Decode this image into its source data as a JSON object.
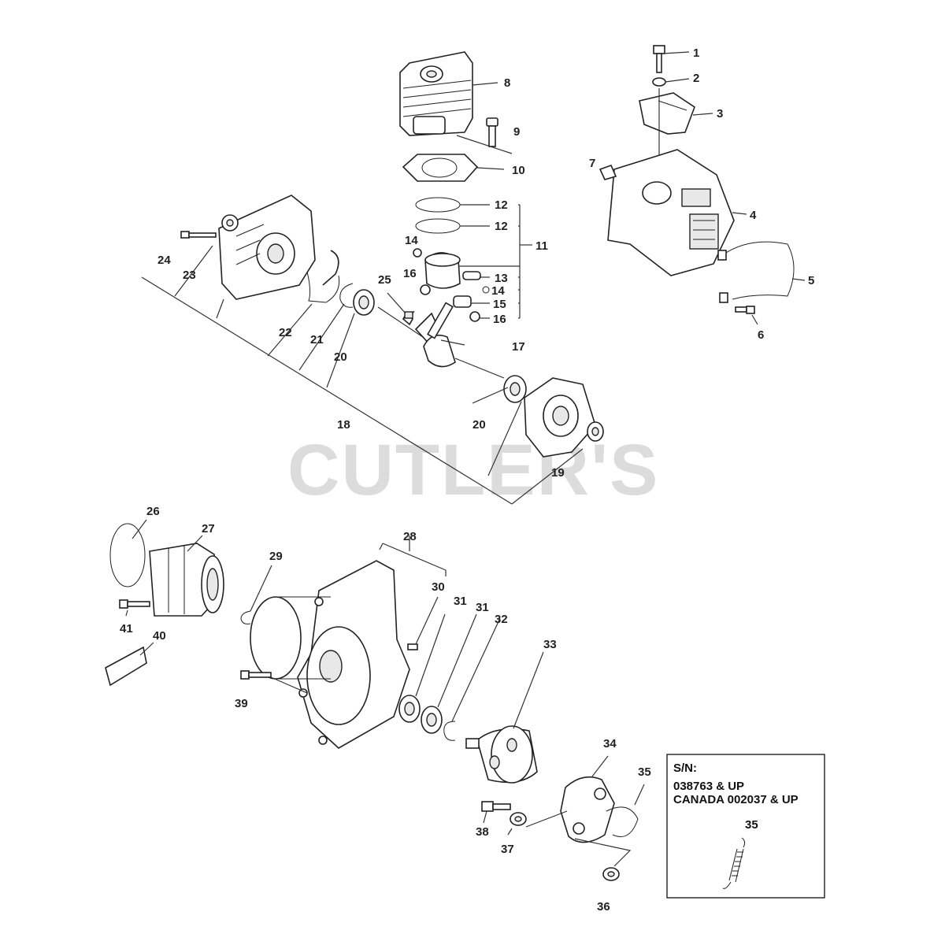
{
  "watermark": "CUTLER'S",
  "callouts": {
    "c1": "1",
    "c2": "2",
    "c3": "3",
    "c4": "4",
    "c5": "5",
    "c6": "6",
    "c7": "7",
    "c8": "8",
    "c9": "9",
    "c10": "10",
    "c11": "11",
    "c12a": "12",
    "c12b": "12",
    "c13": "13",
    "c14a": "14",
    "c14b": "14",
    "c15": "15",
    "c16a": "16",
    "c16b": "16",
    "c17": "17",
    "c18": "18",
    "c19": "19",
    "c20a": "20",
    "c20b": "20",
    "c21": "21",
    "c22": "22",
    "c23": "23",
    "c24": "24",
    "c25": "25",
    "c26": "26",
    "c27": "27",
    "c28": "28",
    "c29": "29",
    "c30": "30",
    "c31a": "31",
    "c31b": "31",
    "c32": "32",
    "c33": "33",
    "c34": "34",
    "c35": "35",
    "c36": "36",
    "c37": "37",
    "c38": "38",
    "c39": "39",
    "c40": "40",
    "c41": "41"
  },
  "serial_box": {
    "heading": "S/N:",
    "line1": "038763 & UP",
    "line2": "CANADA 002037 & UP",
    "part": "35"
  }
}
